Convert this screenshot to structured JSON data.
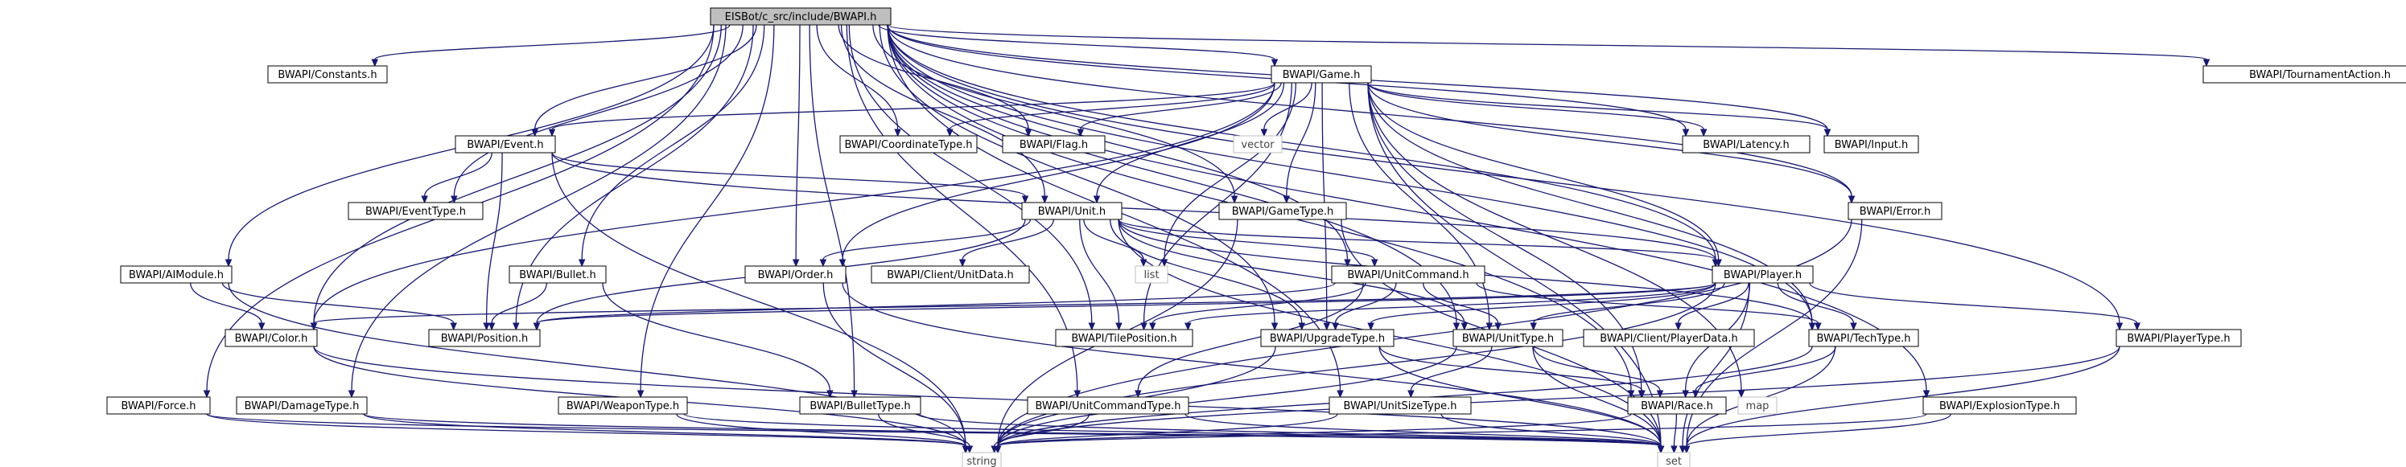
{
  "diagram": {
    "type": "include-dependency-graph",
    "edge_color": "#191970",
    "root_fill": "#bfbfbf",
    "nodes": [
      {
        "id": "root",
        "label": "EISBot/c_src/include/BWAPI.h",
        "kind": "root"
      },
      {
        "id": "constants",
        "label": "BWAPI/Constants.h"
      },
      {
        "id": "game",
        "label": "BWAPI/Game.h"
      },
      {
        "id": "tournament",
        "label": "BWAPI/TournamentAction.h"
      },
      {
        "id": "event",
        "label": "BWAPI/Event.h"
      },
      {
        "id": "coordtype",
        "label": "BWAPI/CoordinateType.h"
      },
      {
        "id": "flag",
        "label": "BWAPI/Flag.h"
      },
      {
        "id": "vector",
        "label": "vector",
        "kind": "sys"
      },
      {
        "id": "latency",
        "label": "BWAPI/Latency.h"
      },
      {
        "id": "input",
        "label": "BWAPI/Input.h"
      },
      {
        "id": "eventtype",
        "label": "BWAPI/EventType.h"
      },
      {
        "id": "unit",
        "label": "BWAPI/Unit.h"
      },
      {
        "id": "gametype",
        "label": "BWAPI/GameType.h"
      },
      {
        "id": "error",
        "label": "BWAPI/Error.h"
      },
      {
        "id": "aimodule",
        "label": "BWAPI/AIModule.h"
      },
      {
        "id": "bullet",
        "label": "BWAPI/Bullet.h"
      },
      {
        "id": "order",
        "label": "BWAPI/Order.h"
      },
      {
        "id": "clientunitdata",
        "label": "BWAPI/Client/UnitData.h"
      },
      {
        "id": "list",
        "label": "list",
        "kind": "sys"
      },
      {
        "id": "unitcommand",
        "label": "BWAPI/UnitCommand.h"
      },
      {
        "id": "player",
        "label": "BWAPI/Player.h"
      },
      {
        "id": "color",
        "label": "BWAPI/Color.h"
      },
      {
        "id": "position",
        "label": "BWAPI/Position.h"
      },
      {
        "id": "tileposition",
        "label": "BWAPI/TilePosition.h"
      },
      {
        "id": "upgradetype",
        "label": "BWAPI/UpgradeType.h"
      },
      {
        "id": "unittype",
        "label": "BWAPI/UnitType.h"
      },
      {
        "id": "clientplayerdata",
        "label": "BWAPI/Client/PlayerData.h"
      },
      {
        "id": "techtype",
        "label": "BWAPI/TechType.h"
      },
      {
        "id": "playertype",
        "label": "BWAPI/PlayerType.h"
      },
      {
        "id": "force",
        "label": "BWAPI/Force.h"
      },
      {
        "id": "damagetype",
        "label": "BWAPI/DamageType.h"
      },
      {
        "id": "weapontype",
        "label": "BWAPI/WeaponType.h"
      },
      {
        "id": "bullettype",
        "label": "BWAPI/BulletType.h"
      },
      {
        "id": "unitcommandtype",
        "label": "BWAPI/UnitCommandType.h"
      },
      {
        "id": "unitsizetype",
        "label": "BWAPI/UnitSizeType.h"
      },
      {
        "id": "race",
        "label": "BWAPI/Race.h"
      },
      {
        "id": "map",
        "label": "map",
        "kind": "sys"
      },
      {
        "id": "explosiontype",
        "label": "BWAPI/ExplosionType.h"
      },
      {
        "id": "string",
        "label": "string",
        "kind": "sys"
      },
      {
        "id": "set",
        "label": "set",
        "kind": "sys"
      }
    ],
    "edges": [
      [
        "root",
        "constants"
      ],
      [
        "root",
        "game"
      ],
      [
        "root",
        "tournament"
      ],
      [
        "root",
        "event"
      ],
      [
        "root",
        "coordtype"
      ],
      [
        "root",
        "flag"
      ],
      [
        "root",
        "latency"
      ],
      [
        "root",
        "input"
      ],
      [
        "root",
        "eventtype"
      ],
      [
        "root",
        "unit"
      ],
      [
        "root",
        "gametype"
      ],
      [
        "root",
        "error"
      ],
      [
        "root",
        "aimodule"
      ],
      [
        "root",
        "bullet"
      ],
      [
        "root",
        "order"
      ],
      [
        "root",
        "unitcommand"
      ],
      [
        "root",
        "player"
      ],
      [
        "root",
        "color"
      ],
      [
        "root",
        "position"
      ],
      [
        "root",
        "tileposition"
      ],
      [
        "root",
        "upgradetype"
      ],
      [
        "root",
        "unittype"
      ],
      [
        "root",
        "techtype"
      ],
      [
        "root",
        "playertype"
      ],
      [
        "root",
        "force"
      ],
      [
        "root",
        "damagetype"
      ],
      [
        "root",
        "weapontype"
      ],
      [
        "root",
        "bullettype"
      ],
      [
        "root",
        "unitcommandtype"
      ],
      [
        "root",
        "unitsizetype"
      ],
      [
        "root",
        "race"
      ],
      [
        "root",
        "explosiontype"
      ],
      [
        "game",
        "event"
      ],
      [
        "game",
        "coordtype"
      ],
      [
        "game",
        "flag"
      ],
      [
        "game",
        "vector"
      ],
      [
        "game",
        "latency"
      ],
      [
        "game",
        "input"
      ],
      [
        "game",
        "unit"
      ],
      [
        "game",
        "gametype"
      ],
      [
        "game",
        "error"
      ],
      [
        "game",
        "list"
      ],
      [
        "game",
        "order"
      ],
      [
        "game",
        "color"
      ],
      [
        "game",
        "tileposition"
      ],
      [
        "game",
        "upgradetype"
      ],
      [
        "game",
        "unittype"
      ],
      [
        "game",
        "techtype"
      ],
      [
        "game",
        "race"
      ],
      [
        "game",
        "map"
      ],
      [
        "game",
        "set"
      ],
      [
        "game",
        "player"
      ],
      [
        "event",
        "eventtype"
      ],
      [
        "event",
        "unit"
      ],
      [
        "event",
        "player"
      ],
      [
        "event",
        "position"
      ],
      [
        "event",
        "string"
      ],
      [
        "unit",
        "order"
      ],
      [
        "unit",
        "clientunitdata"
      ],
      [
        "unit",
        "list"
      ],
      [
        "unit",
        "unitcommand"
      ],
      [
        "unit",
        "player"
      ],
      [
        "unit",
        "position"
      ],
      [
        "unit",
        "tileposition"
      ],
      [
        "unit",
        "upgradetype"
      ],
      [
        "unit",
        "unittype"
      ],
      [
        "unit",
        "techtype"
      ],
      [
        "unit",
        "set"
      ],
      [
        "gametype",
        "string"
      ],
      [
        "gametype",
        "set"
      ],
      [
        "error",
        "string"
      ],
      [
        "error",
        "set"
      ],
      [
        "aimodule",
        "color"
      ],
      [
        "aimodule",
        "position"
      ],
      [
        "aimodule",
        "string"
      ],
      [
        "bullet",
        "position"
      ],
      [
        "bullet",
        "bullettype"
      ],
      [
        "order",
        "string"
      ],
      [
        "order",
        "set"
      ],
      [
        "unitcommand",
        "position"
      ],
      [
        "unitcommand",
        "tileposition"
      ],
      [
        "unitcommand",
        "upgradetype"
      ],
      [
        "unitcommand",
        "unittype"
      ],
      [
        "unitcommand",
        "techtype"
      ],
      [
        "unitcommand",
        "unitcommandtype"
      ],
      [
        "player",
        "color"
      ],
      [
        "player",
        "position"
      ],
      [
        "player",
        "tileposition"
      ],
      [
        "player",
        "upgradetype"
      ],
      [
        "player",
        "unittype"
      ],
      [
        "player",
        "clientplayerdata"
      ],
      [
        "player",
        "techtype"
      ],
      [
        "player",
        "playertype"
      ],
      [
        "player",
        "race"
      ],
      [
        "player",
        "string"
      ],
      [
        "player",
        "set"
      ],
      [
        "color",
        "string"
      ],
      [
        "color",
        "set"
      ],
      [
        "upgradetype",
        "race"
      ],
      [
        "upgradetype",
        "string"
      ],
      [
        "upgradetype",
        "set"
      ],
      [
        "unittype",
        "unitsizetype"
      ],
      [
        "unittype",
        "race"
      ],
      [
        "unittype",
        "string"
      ],
      [
        "unittype",
        "set"
      ],
      [
        "techtype",
        "race"
      ],
      [
        "techtype",
        "string"
      ],
      [
        "techtype",
        "set"
      ],
      [
        "playertype",
        "string"
      ],
      [
        "playertype",
        "set"
      ],
      [
        "force",
        "string"
      ],
      [
        "force",
        "set"
      ],
      [
        "damagetype",
        "string"
      ],
      [
        "damagetype",
        "set"
      ],
      [
        "weapontype",
        "string"
      ],
      [
        "weapontype",
        "set"
      ],
      [
        "bullettype",
        "string"
      ],
      [
        "bullettype",
        "set"
      ],
      [
        "unitcommandtype",
        "string"
      ],
      [
        "unitcommandtype",
        "set"
      ],
      [
        "unitsizetype",
        "string"
      ],
      [
        "unitsizetype",
        "set"
      ],
      [
        "race",
        "string"
      ],
      [
        "race",
        "set"
      ],
      [
        "explosiontype",
        "string"
      ],
      [
        "explosiontype",
        "set"
      ]
    ]
  }
}
